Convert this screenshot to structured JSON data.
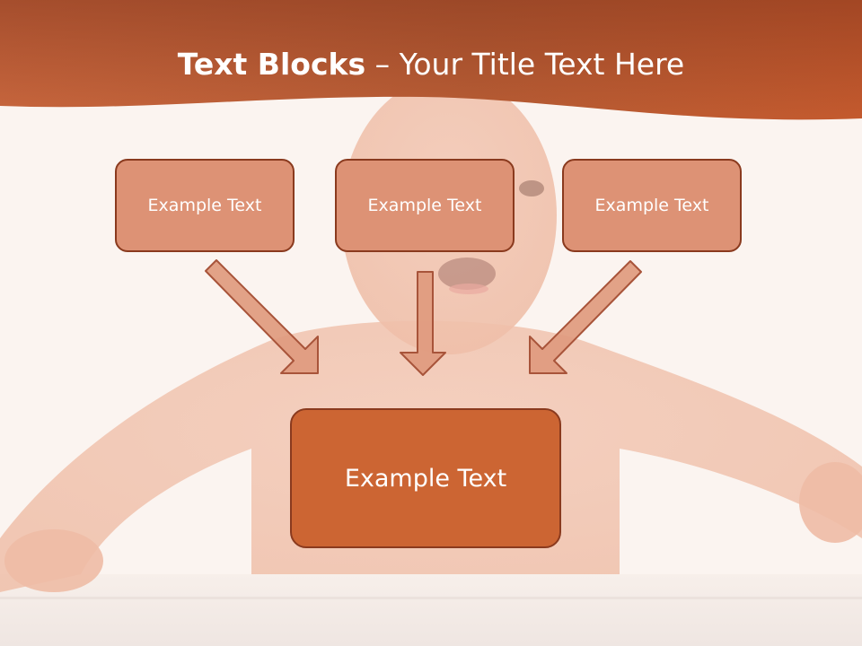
{
  "title": {
    "bold": "Text Blocks",
    "dash": " – ",
    "rest": "Your Title Text Here"
  },
  "top_boxes": [
    {
      "label": "Example Text"
    },
    {
      "label": "Example Text"
    },
    {
      "label": "Example Text"
    }
  ],
  "bottom_box": {
    "label": "Example Text"
  },
  "colors": {
    "header": "#c9673a",
    "small_box_fill": "#dd9275",
    "big_box_fill": "#cc6533",
    "border": "#8a3a1e",
    "arrow_fill": "#e09a7e"
  }
}
